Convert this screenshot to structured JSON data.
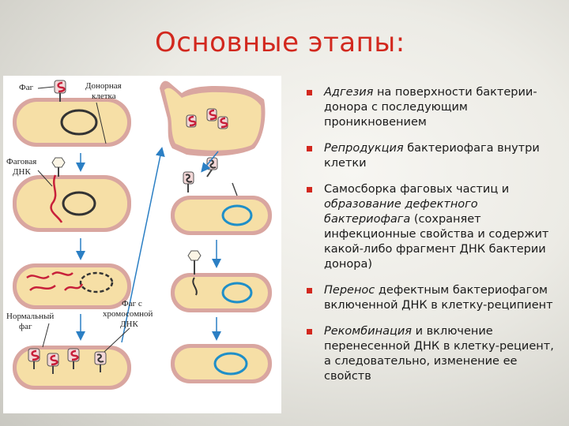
{
  "slide": {
    "title": "Основные этапы:",
    "accent_color": "#d2281e"
  },
  "figure": {
    "labels": {
      "phage": "Фаг",
      "donor_line1": "Донорная",
      "donor_line2": "клетка",
      "phage_dna_line1": "Фаговая",
      "phage_dna_line2": "ДНК",
      "normal_phage_line1": "Нормальный",
      "normal_phage_line2": "фаг",
      "chrom_phage_line1": "Фаг с",
      "chrom_phage_line2": "хромосомной",
      "chrom_phage_line3": "ДНК"
    },
    "colors": {
      "cell_fill": "#f6dfa6",
      "cell_outer": "#d9a6a0",
      "donor_dna": "#333333",
      "phage_dna": "#c8203a",
      "recipient_dna": "#1f8fc8",
      "arrow": "#2b7fc4"
    }
  },
  "bullets": [
    {
      "em": "Адгезия",
      "text": " на поверхности бактерии-донора с последующим проникновением"
    },
    {
      "em": "Репродукция",
      "text": " бактериофага внутри клетки"
    },
    {
      "pre": "Самосборка фаговых частиц и ",
      "em": "образование дефектного бактериофага",
      "text": " (сохраняет инфекционные свойства и содержит какой-либо фрагмент ДНК бактерии донора)"
    },
    {
      "em": "Перенос",
      "text": " дефектным бактериофагом включенной ДНК в клетку-реципиент"
    },
    {
      "em": "Рекомбинация",
      "text": " и включение перенесенной ДНК в клетку-рециент, а следовательно, изменение ее свойств"
    }
  ]
}
